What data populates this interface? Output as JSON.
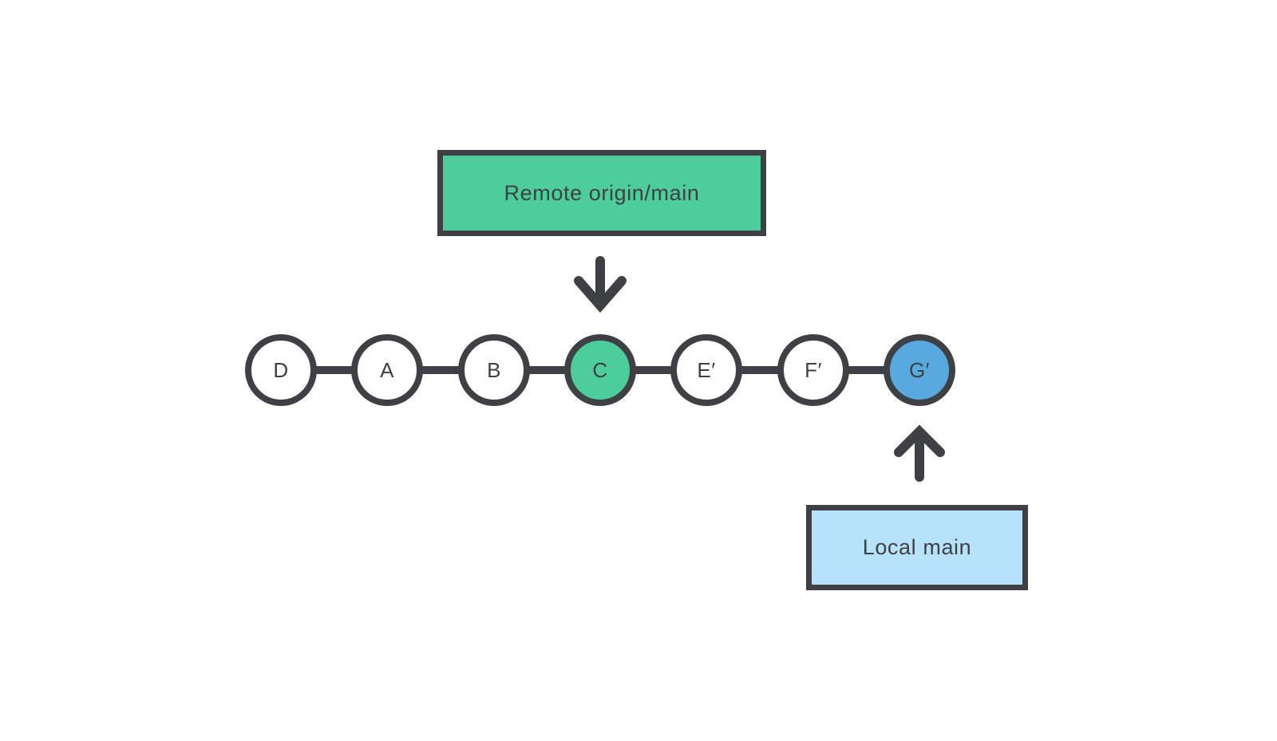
{
  "colors": {
    "outline": "#3f4043",
    "text": "#3f4043",
    "green": "#4dcd9c",
    "blue": "#58a9de",
    "light_blue": "#b6e2fc",
    "white": "#ffffff",
    "background": "#ffffff"
  },
  "remote_box": {
    "label": "Remote origin/main",
    "fill": "#4dcd9c"
  },
  "local_box": {
    "label": "Local main",
    "fill": "#b6e2fc"
  },
  "commits": [
    {
      "label": "D",
      "fill": "#ffffff"
    },
    {
      "label": "A",
      "fill": "#ffffff"
    },
    {
      "label": "B",
      "fill": "#ffffff"
    },
    {
      "label": "C",
      "fill": "#4dcd9c"
    },
    {
      "label": "E′",
      "fill": "#ffffff"
    },
    {
      "label": "F′",
      "fill": "#ffffff"
    },
    {
      "label": "G′",
      "fill": "#58a9de"
    }
  ],
  "icons": {
    "down_arrow": "arrow-down",
    "up_arrow": "arrow-up"
  }
}
